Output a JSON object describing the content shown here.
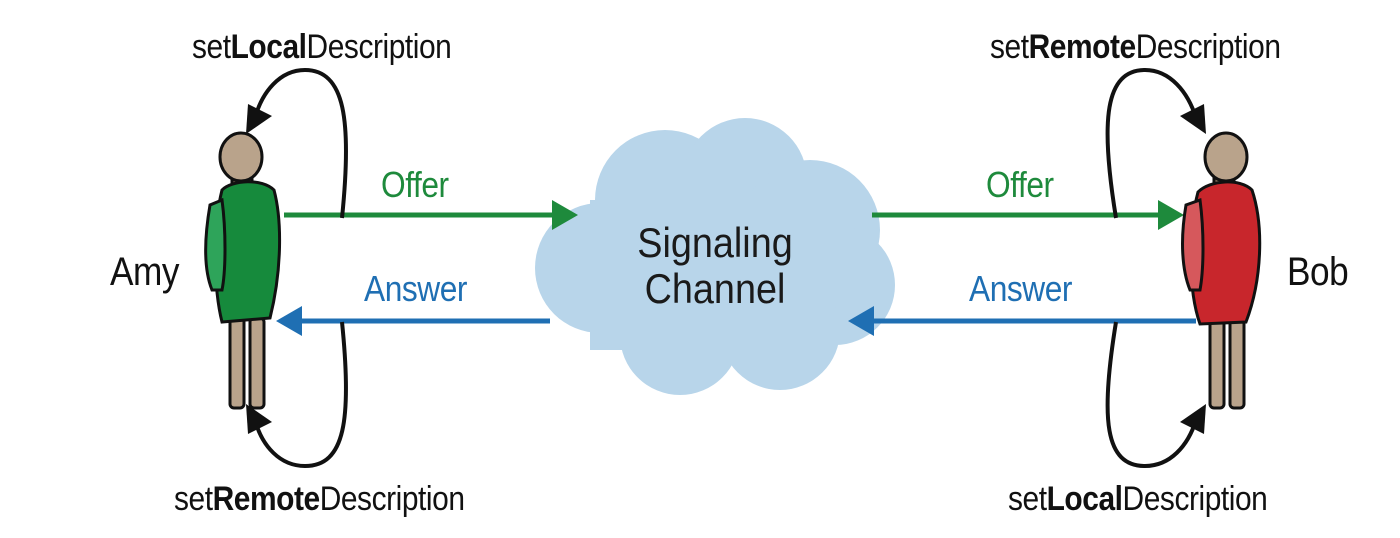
{
  "colors": {
    "offer": "#1e8a3c",
    "answer": "#1f6fb3",
    "cloud": "#b8d5ea",
    "amy_dress": "#168a3c",
    "bob_dress": "#c8262c",
    "skin": "#b9a38b",
    "outline": "#111111"
  },
  "channel": {
    "line1": "Signaling",
    "line2": "Channel"
  },
  "people": {
    "amy": {
      "name": "Amy"
    },
    "bob": {
      "name": "Bob"
    }
  },
  "messages": {
    "left_offer": "Offer",
    "left_answer": "Answer",
    "right_offer": "Offer",
    "right_answer": "Answer"
  },
  "loops": {
    "amy_top": {
      "prefix": "set",
      "bold": "Local",
      "suffix": "Description"
    },
    "amy_bottom": {
      "prefix": "set",
      "bold": "Remote",
      "suffix": "Description"
    },
    "bob_top": {
      "prefix": "set",
      "bold": "Remote",
      "suffix": "Description"
    },
    "bob_bottom": {
      "prefix": "set",
      "bold": "Local",
      "suffix": "Description"
    }
  }
}
